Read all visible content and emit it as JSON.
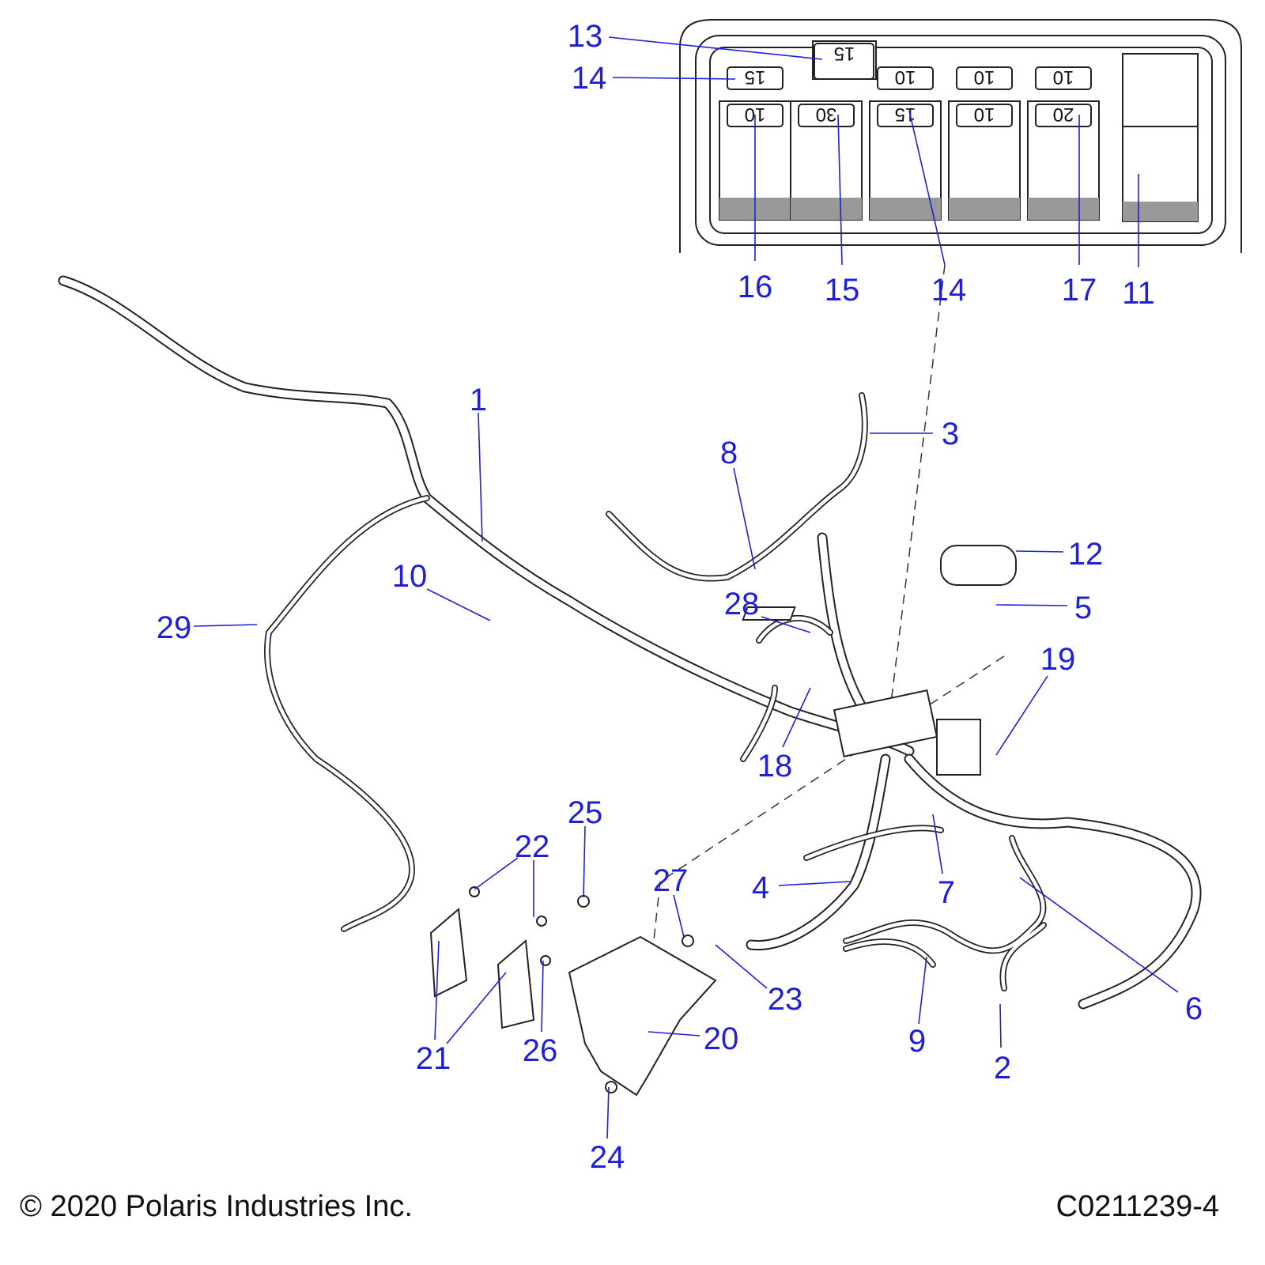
{
  "diagram": {
    "fuse_box_detail": {
      "top_row_fuses": [
        "15",
        "15",
        "10",
        "10",
        "10"
      ],
      "bottom_row_fuses": [
        "10",
        "30",
        "15",
        "10",
        "20"
      ]
    },
    "callouts": [
      "13",
      "14",
      "16",
      "15",
      "14",
      "17",
      "11",
      "1",
      "3",
      "8",
      "12",
      "10",
      "28",
      "5",
      "29",
      "19",
      "18",
      "25",
      "22",
      "27",
      "4",
      "7",
      "23",
      "6",
      "20",
      "9",
      "21",
      "26",
      "2",
      "24"
    ],
    "accent_color": "#1f1fd8"
  },
  "footer": {
    "copyright": "© 2020 Polaris Industries Inc.",
    "drawing_number": "C0211239-4"
  }
}
